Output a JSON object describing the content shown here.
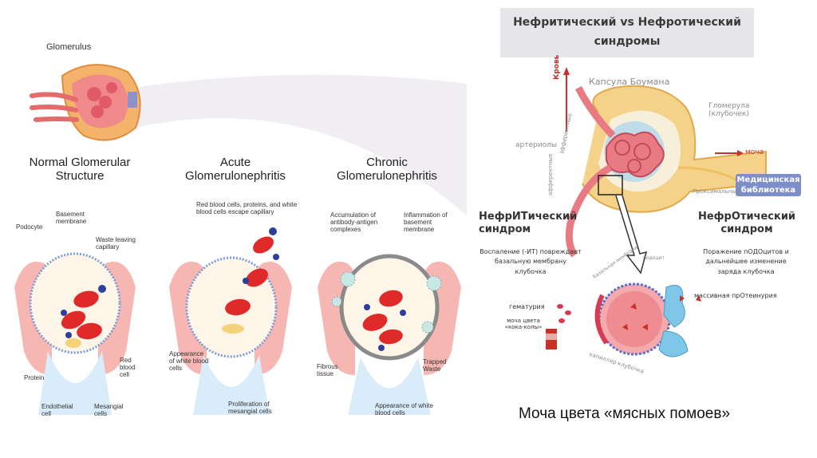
{
  "left": {
    "glomerulus_label": "Glomerulus",
    "normal_title": "Normal Glomerular Structure",
    "acute_title": "Acute Glomerulonephritis",
    "chronic_title": "Chronic Glomerulonephritis",
    "normal": {
      "podocyte": "Podocyte",
      "basement_membrane": "Basement membrane",
      "waste_leaving": "Waste leaving capillary",
      "red_blood_cell": "Red blood cell",
      "protein": "Protein",
      "endothelial": "Endothelial cell",
      "mesangial": "Mesangial cells"
    },
    "acute": {
      "escape": "Red blood cells, proteins, and white blood cells escape capillary",
      "appearance_wbc": "Appearance of white blood cells",
      "proliferation": "Proliferation of mesangial cells"
    },
    "chronic": {
      "accumulation": "Accumulation of antibody-antigen complexes",
      "inflammation": "Inflammation of basement membrane",
      "fibrous": "Fibrous tissue",
      "trapped": "Trapped Waste",
      "appearance_wbc": "Appearance of white blood cells"
    }
  },
  "right": {
    "header_line1": "Нефритический vs Нефротический",
    "header_line2": "синдромы",
    "capsule": "Капсула Боумана",
    "blood": "Кровь",
    "glomerula": "Гломерула (клубочек)",
    "arterioles": "артериолы",
    "afferent": "афферентные",
    "efferent": "эфферентные",
    "urine": "моча",
    "watermark_line1": "Медицинская",
    "watermark_line2": "библиотека",
    "proximal": "Проксимальный каналец",
    "nephritic_title": "НефрИТический синдром",
    "nephritic_desc": "Воспаление (-ИТ) повреждает базальную мембрану клубочка",
    "nephrotic_title": "НефрОтический синдром",
    "nephrotic_desc": "Поражение пОДОцитов и дальнейшее изменение заряда клубочка",
    "podocyte": "подоцит",
    "basement": "Базальная мембрана",
    "capillary": "капилляр клубочка",
    "hematuria": "гематурия",
    "urine_color": "моча цвета «кока-колы»",
    "proteinuria": "массивная прОтеинурия"
  },
  "caption": "Моча цвета «мясных помоев»",
  "colors": {
    "rbc": "#e02a2a",
    "podocyte": "#f19c9a",
    "wbc": "#2c3f9a",
    "capsule": "#f5d28a",
    "glomerulus": "#e87a83",
    "tubule": "#a8d4f0",
    "accent_red": "#c8302a"
  }
}
